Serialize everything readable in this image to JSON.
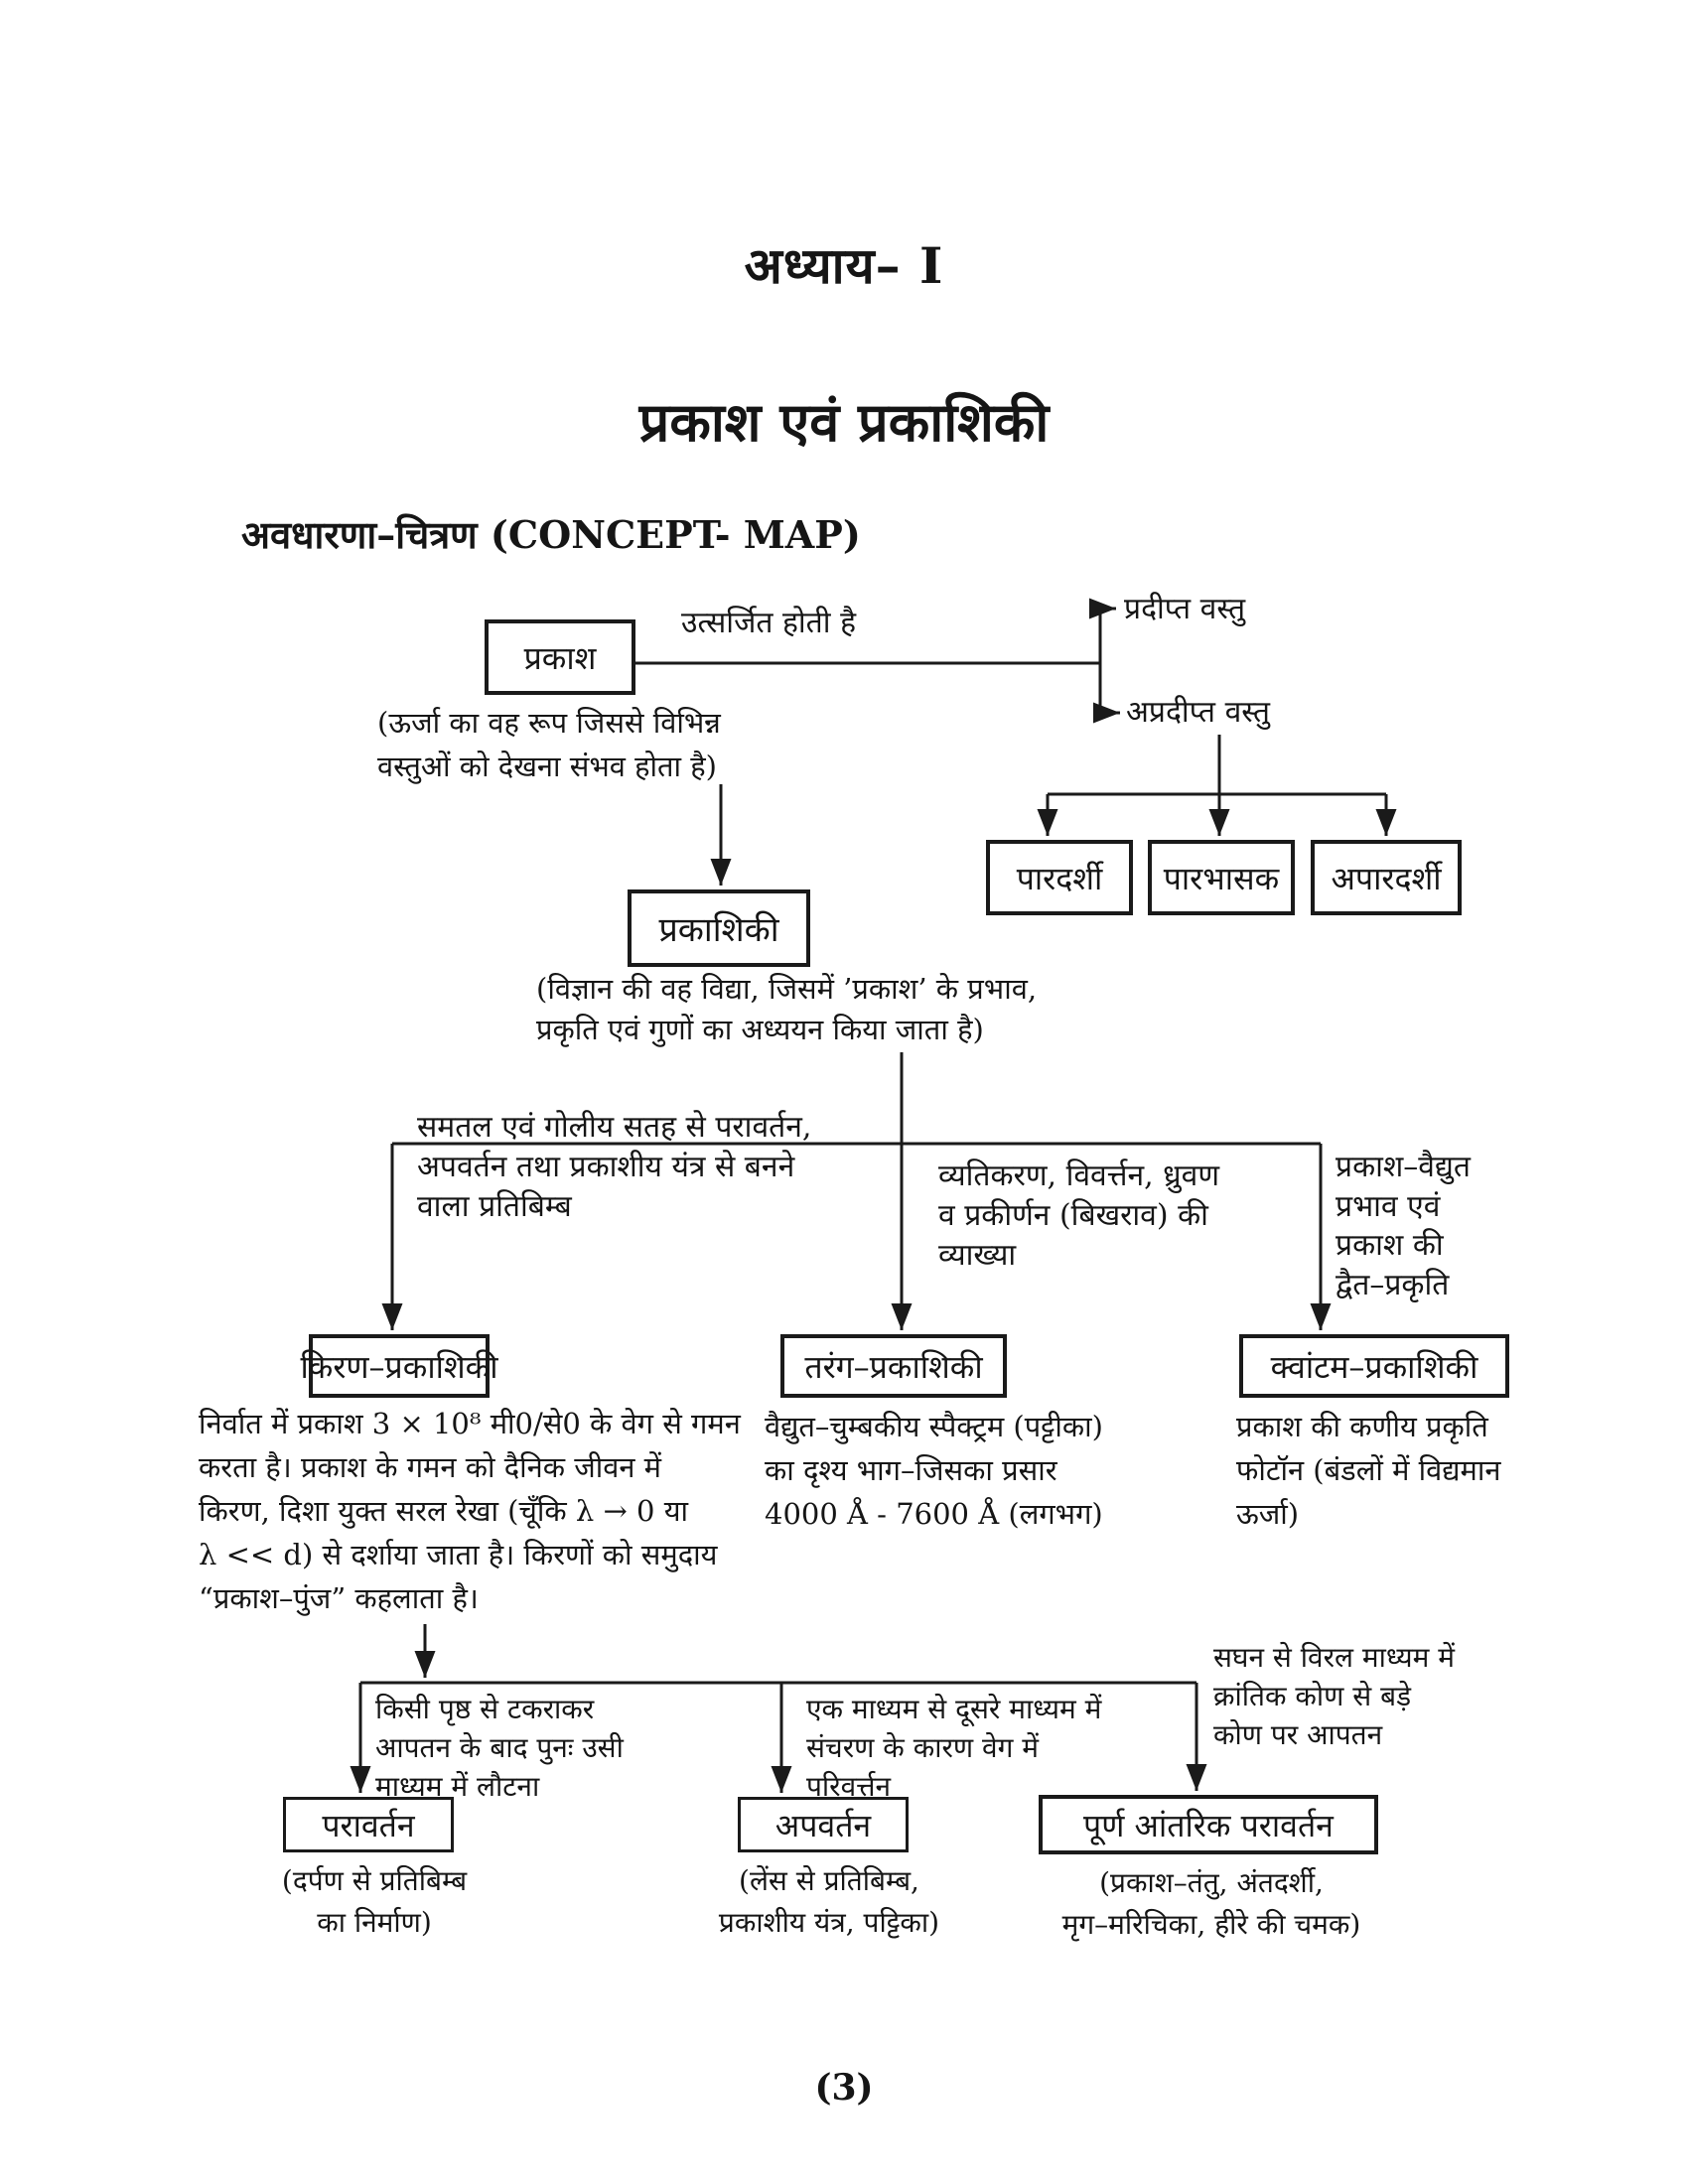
{
  "header": {
    "chapter": "अध्याय– I",
    "title": "प्रकाश एवं प्रकाशिकी",
    "concept_map_heading": "अवधारणा–चित्रण (CONCEPT- MAP)"
  },
  "nodes": {
    "prakash": {
      "label": "प्रकाश",
      "desc": "(ऊर्जा का वह रूप जिससे विभिन्न\nवस्तुओं को देखना संभव होता है)"
    },
    "emit_label": "उत्सर्जित होती है",
    "pradeept_vastu": "प्रदीप्त वस्तु",
    "apradeept_vastu": "अप्रदीप्त वस्तु",
    "paradarshi": "पारदर्शी",
    "parbhasak": "पारभासक",
    "aparadarshi": "अपारदर्शी",
    "prakashiki": {
      "label": "प्रकाशिकी",
      "desc": "(विज्ञान की वह विद्या, जिसमें ’प्रकाश’ के प्रभाव,\nप्रकृति एवं गुणों का अध्ययन किया जाता है)"
    },
    "branch_ray_label": "समतल एवं गोलीय सतह से परावर्तन,\nअपवर्तन तथा प्रकाशीय यंत्र से बनने\nवाला प्रतिबिम्ब",
    "branch_wave_label": "व्यतिकरण, विवर्त्तन, ध्रुवण\nव प्रकीर्णन (बिखराव) की\nव्याख्या",
    "branch_quantum_label": "प्रकाश–वैद्युत\nप्रभाव एवं\nप्रकाश की\nद्वैत–प्रकृति",
    "ray_optics": {
      "label": "किरण–प्रकाशिकी",
      "desc": "निर्वात में प्रकाश 3 × 10⁸ मी0/से0 के वेग से गमन\nकरता है। प्रकाश के गमन को दैनिक जीवन में\nकिरण, दिशा युक्त सरल रेखा (चूँकि λ → 0 या\nλ << d) से दर्शाया जाता है। किरणों को समुदाय\n“प्रकाश–पुंज” कहलाता है।"
    },
    "wave_optics": {
      "label": "तरंग–प्रकाशिकी",
      "desc": "वैद्युत–चुम्बकीय स्पैक्ट्रम (पट्टीका)\nका दृश्य भाग–जिसका प्रसार\n4000 Å - 7600 Å (लगभग)"
    },
    "quantum_optics": {
      "label": "क्वांटम–प्रकाशिकी",
      "desc": "प्रकाश की कणीय प्रकृति\nफोटॉन (बंडलों में विद्यमान\nऊर्जा)"
    },
    "reflection_label": "किसी पृष्ठ से टकराकर\nआपतन के बाद पुनः उसी\nमाध्यम में लौटना",
    "refraction_label": "एक माध्यम से दूसरे माध्यम में\nसंचरण के कारण वेग में\nपरिवर्त्तन",
    "tir_label": "सघन से विरल माध्यम में\nक्रांतिक कोण से बड़े\nकोण पर आपतन",
    "reflection": {
      "label": "परावर्तन",
      "desc": "(दर्पण से प्रतिबिम्ब\nका निर्माण)"
    },
    "refraction": {
      "label": "अपवर्तन",
      "desc": "(लेंस से प्रतिबिम्ब,\nप्रकाशीय यंत्र, पट्टिका)"
    },
    "total_internal_reflection": {
      "label": "पूर्ण आंतरिक परावर्तन",
      "desc": "(प्रकाश–तंतु, अंतदर्शी,\nमृग–मरिचिका, हीरे की चमक)"
    }
  },
  "footer": {
    "page_number": "(3)"
  }
}
